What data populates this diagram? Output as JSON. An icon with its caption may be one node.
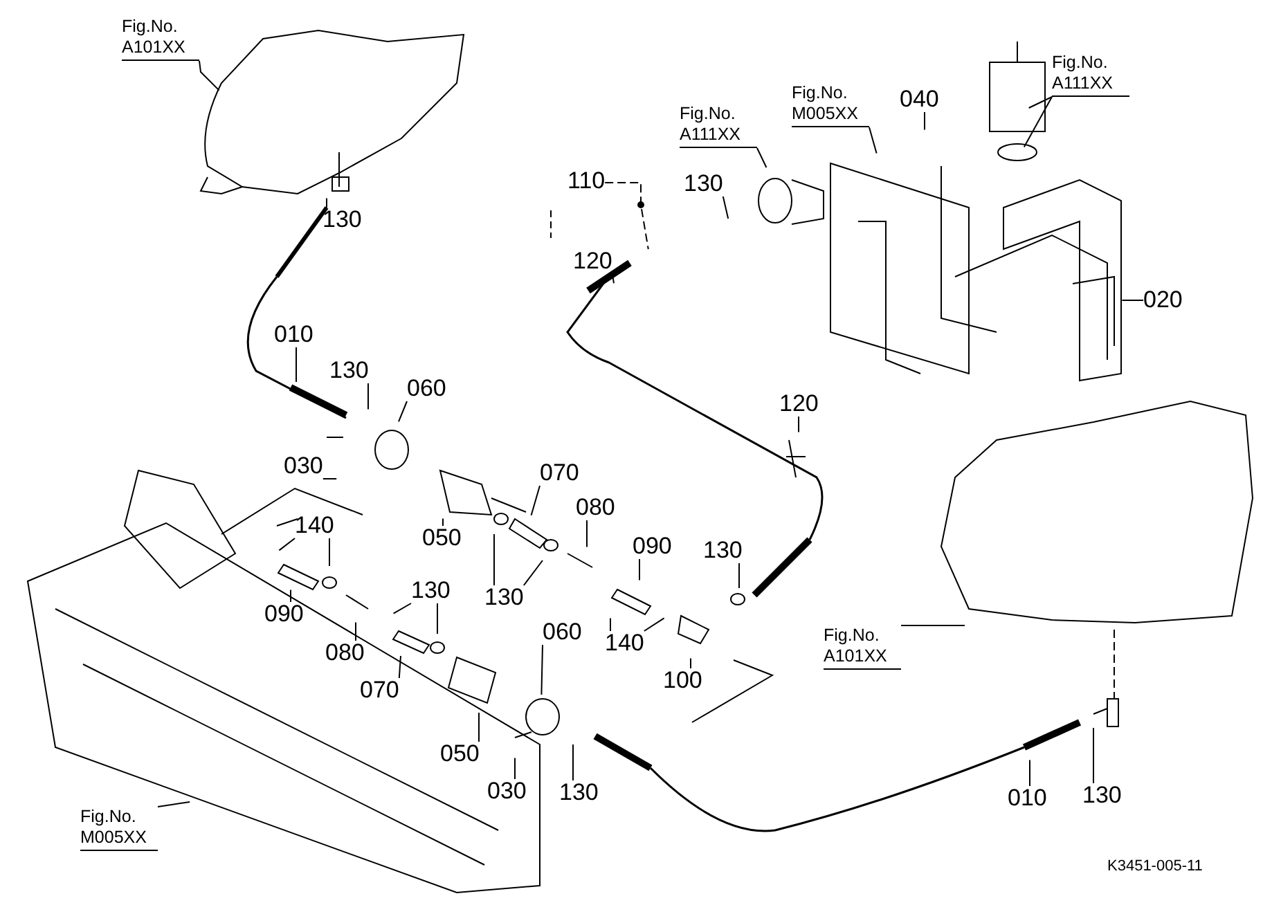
{
  "diagram": {
    "nodes": [
      {
        "text": [
          "Fig.No. A101XX"
        ]
      },
      {
        "text": [
          "130"
        ]
      },
      {
        "text": [
          "110"
        ]
      },
      {
        "text": [
          "120"
        ]
      },
      {
        "text": [
          "Fig.No. A111XX"
        ]
      },
      {
        "text": [
          "130"
        ]
      },
      {
        "text": [
          "Fig.No. M005XX"
        ]
      },
      {
        "text": [
          "040"
        ]
      },
      {
        "text": [
          "Fig.No. A111XX"
        ]
      },
      {
        "text": [
          "020"
        ]
      },
      {
        "text": [
          "010"
        ]
      },
      {
        "text": [
          "130"
        ]
      },
      {
        "text": [
          "060"
        ]
      },
      {
        "text": [
          "120"
        ]
      },
      {
        "text": [
          "030"
        ]
      },
      {
        "text": [
          "070"
        ]
      },
      {
        "text": [
          "050"
        ]
      },
      {
        "text": [
          "080"
        ]
      },
      {
        "text": [
          "140"
        ]
      },
      {
        "text": [
          "130"
        ]
      },
      {
        "text": [
          "090"
        ]
      },
      {
        "text": [
          "130"
        ]
      },
      {
        "text": [
          "090"
        ]
      },
      {
        "text": [
          "140"
        ]
      },
      {
        "text": [
          "130"
        ]
      },
      {
        "text": [
          "080"
        ]
      },
      {
        "text": [
          "070"
        ]
      },
      {
        "text": [
          "100"
        ]
      },
      {
        "text": [
          "Fig.No. A101XX"
        ]
      },
      {
        "text": [
          "060"
        ]
      },
      {
        "text": [
          "050"
        ]
      },
      {
        "text": [
          "030"
        ]
      },
      {
        "text": [
          "130"
        ]
      },
      {
        "text": [
          "Fig.No. M005XX"
        ]
      },
      {
        "text": [
          "010"
        ]
      },
      {
        "text": [
          "130"
        ]
      }
    ],
    "edges": [
      {
        "from": 0,
        "to": null,
        "arrow": "none"
      },
      {
        "from": 1,
        "to": null,
        "arrow": "none"
      },
      {
        "from": 2,
        "to": null,
        "arrow": "none",
        "style": "dashed"
      },
      {
        "from": 3,
        "to": null,
        "arrow": "none"
      },
      {
        "from": 4,
        "to": null,
        "arrow": "none"
      },
      {
        "from": 5,
        "to": null,
        "arrow": "none"
      },
      {
        "from": 6,
        "to": null,
        "arrow": "none"
      },
      {
        "from": 7,
        "to": null,
        "arrow": "none"
      },
      {
        "from": 8,
        "to": null,
        "arrow": "none"
      },
      {
        "from": 8,
        "to": null,
        "arrow": "none"
      },
      {
        "from": 9,
        "to": null,
        "arrow": "none"
      },
      {
        "from": 10,
        "to": null,
        "arrow": "none"
      },
      {
        "from": 11,
        "to": null,
        "arrow": "none"
      },
      {
        "from": 12,
        "to": null,
        "arrow": "none"
      },
      {
        "from": 13,
        "to": null,
        "arrow": "none"
      },
      {
        "from": 14,
        "to": null,
        "arrow": "none"
      },
      {
        "from": 15,
        "to": null,
        "arrow": "none"
      },
      {
        "from": 16,
        "to": null,
        "arrow": "none"
      },
      {
        "from": 17,
        "to": null,
        "arrow": "none"
      },
      {
        "from": 18,
        "to": null,
        "arrow": "none"
      },
      {
        "from": 18,
        "to": null,
        "arrow": "none"
      },
      {
        "from": 19,
        "to": null,
        "arrow": "none"
      },
      {
        "from": 19,
        "to": null,
        "arrow": "none"
      },
      {
        "from": 20,
        "to": null,
        "arrow": "none"
      },
      {
        "from": 21,
        "to": null,
        "arrow": "none"
      },
      {
        "from": 22,
        "to": null,
        "arrow": "none"
      },
      {
        "from": 23,
        "to": null,
        "arrow": "none"
      },
      {
        "from": 23,
        "to": null,
        "arrow": "none"
      },
      {
        "from": 24,
        "to": null,
        "arrow": "none"
      },
      {
        "from": 24,
        "to": null,
        "arrow": "none"
      },
      {
        "from": 25,
        "to": null,
        "arrow": "none"
      },
      {
        "from": 26,
        "to": null,
        "arrow": "none"
      },
      {
        "from": 27,
        "to": null,
        "arrow": "none"
      },
      {
        "from": 28,
        "to": null,
        "arrow": "none"
      },
      {
        "from": 29,
        "to": null,
        "arrow": "none"
      },
      {
        "from": 30,
        "to": null,
        "arrow": "none"
      },
      {
        "from": 31,
        "to": null,
        "arrow": "none"
      },
      {
        "from": 32,
        "to": null,
        "arrow": "none"
      },
      {
        "from": 33,
        "to": null,
        "arrow": "none"
      },
      {
        "from": 34,
        "to": null,
        "arrow": "none"
      },
      {
        "from": 35,
        "to": null,
        "arrow": "none"
      }
    ],
    "labels": [
      "K3451-005-11"
    ]
  }
}
